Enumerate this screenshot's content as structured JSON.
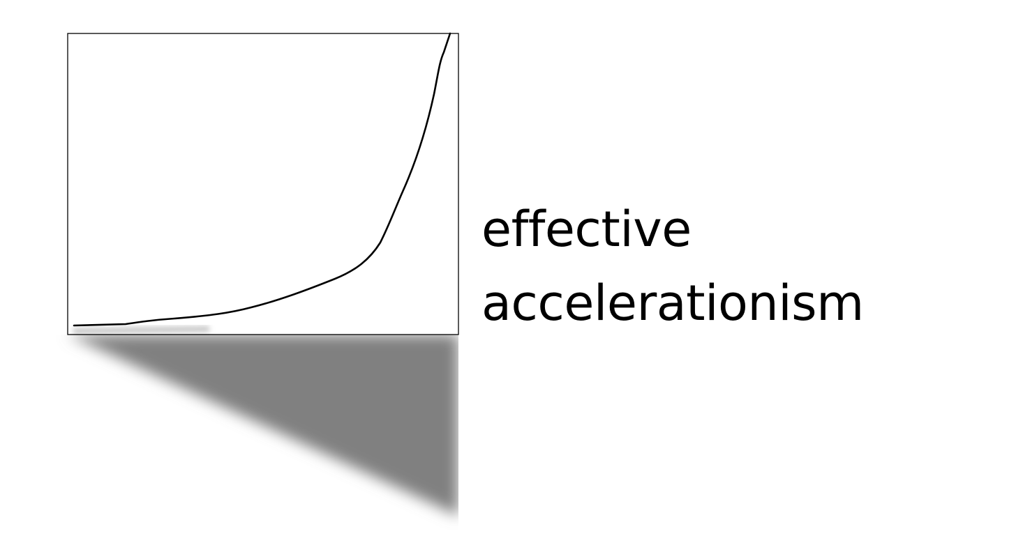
{
  "wordmark": {
    "line1": "effective",
    "line2": "accelerationism"
  },
  "colors": {
    "background": "#ffffff",
    "ink": "#000000",
    "shadow": "#808080"
  },
  "logo": {
    "icon": "exponential-curve-icon",
    "shadow": "cast-shadow"
  }
}
